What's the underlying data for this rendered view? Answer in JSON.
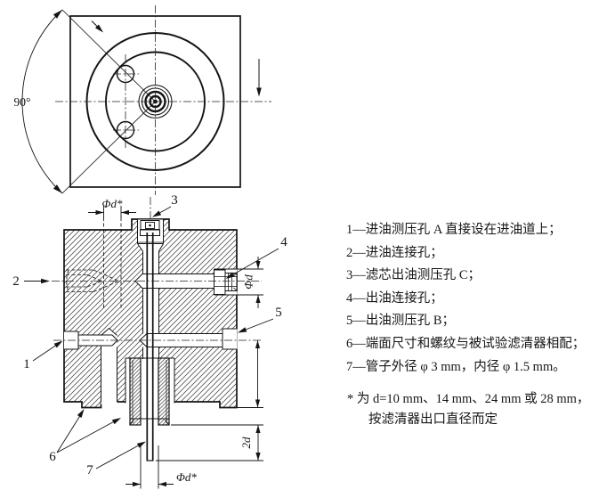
{
  "top_view": {
    "angle_label": "90°"
  },
  "section_view": {
    "callouts": [
      "1",
      "2",
      "3",
      "4",
      "5",
      "6",
      "7"
    ],
    "dims": {
      "top_diameter": "Φd*",
      "right_diameter": "Φd",
      "tube_extension": "2d",
      "bottom_diameter": "Φd*"
    }
  },
  "legend": {
    "items": [
      "1—进油测压孔 A 直接设在进油道上；",
      "2—进油连接孔；",
      "3—滤芯出油测压孔 C；",
      "4—出油连接孔；",
      "5—出油测压孔 B；",
      "6—端面尺寸和螺纹与被试验滤清器相配；",
      "7—管子外径 φ 3 mm，内径 φ 1.5 mm。"
    ],
    "footnote": [
      "* 为 d=10 mm、14 mm、24 mm 或 28 mm，",
      "按滤清器出口直径而定"
    ]
  }
}
